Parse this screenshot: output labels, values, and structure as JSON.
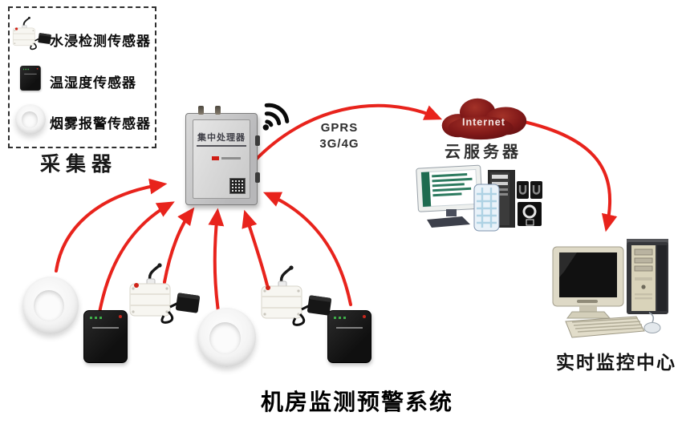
{
  "title": "机房监测预警系统",
  "legend": {
    "caption": "采集器",
    "items": [
      {
        "icon": "water-leak-sensor-icon",
        "label": "水浸检测传感器"
      },
      {
        "icon": "temp-humidity-sensor-icon",
        "label": "温湿度传感器"
      },
      {
        "icon": "smoke-alarm-sensor-icon",
        "label": "烟雾报警传感器"
      }
    ]
  },
  "processor": {
    "label": "集中处理器"
  },
  "uplink": {
    "protocol_line1": "GPRS",
    "protocol_line2": "3G/4G"
  },
  "cloud": {
    "label": "Internet",
    "caption": "云服务器"
  },
  "monitoring_center": {
    "caption": "实时监控中心"
  },
  "colors": {
    "arrow_red": "#e8231c",
    "cloud_red": "#7a1315",
    "processor_gray": "#c8c8c8"
  }
}
